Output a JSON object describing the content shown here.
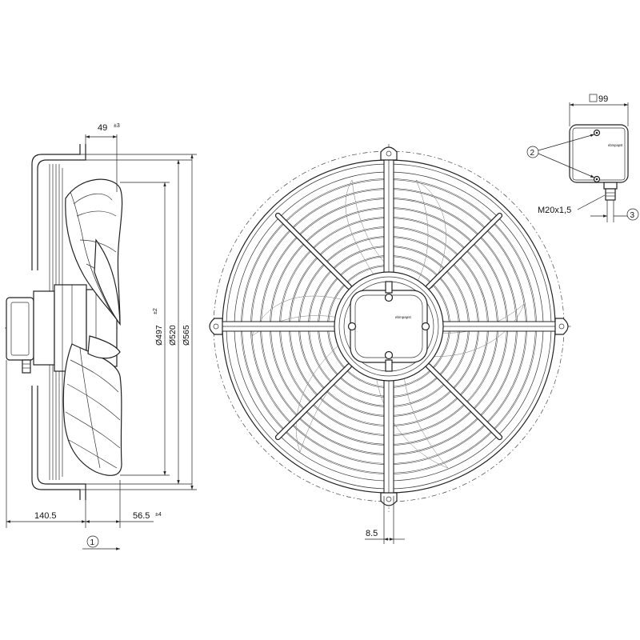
{
  "labels": {
    "dim_49": "49",
    "tol_3": "±3",
    "dim_d497": "Ø497",
    "tol_2": "±2",
    "dim_d520": "Ø520",
    "dim_d565": "Ø565",
    "dim_140_5": "140.5",
    "dim_56_5": "56.5",
    "tol_4": "±4",
    "dim_8_5": "8.5",
    "dim_99": "99",
    "thread": "M20x1,5",
    "callout_1": "1",
    "callout_2": "2",
    "callout_3": "3",
    "brand_front": "ebmpapst",
    "brand_box": "ebmpapst"
  }
}
